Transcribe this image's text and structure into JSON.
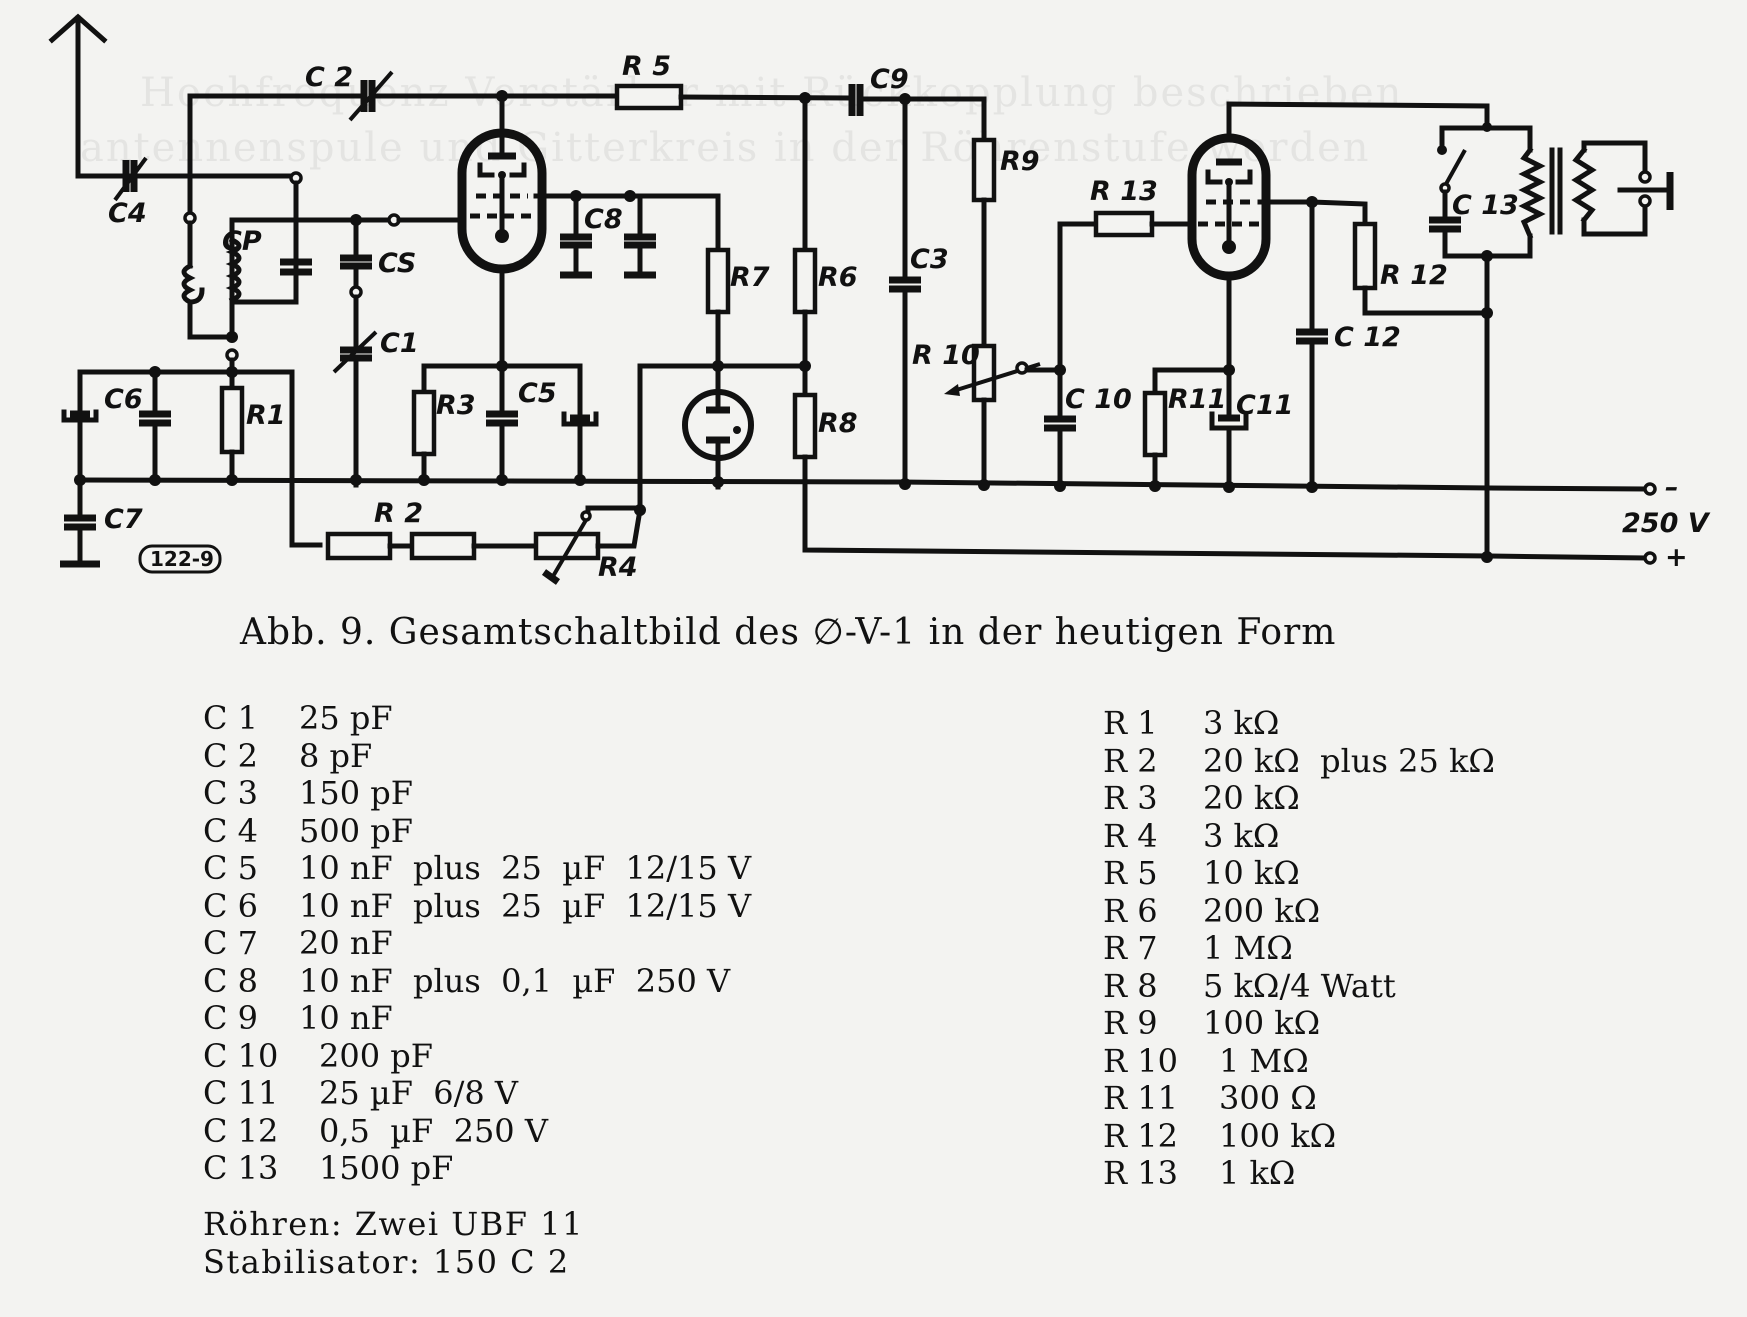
{
  "figure": {
    "caption": "Abb. 9. Gesamtschaltbild des ∅-V-1 in der heutigen Form",
    "stamp": "122-9",
    "supply": {
      "voltage_label": "250 V",
      "minus": "–",
      "plus": "+"
    }
  },
  "schematic_labels": {
    "C1": "C1",
    "C2": "C 2",
    "C3": "C3",
    "C4": "C4",
    "C5_top": "CS",
    "C5": "C5",
    "C6": "C6",
    "C7": "C7",
    "C8": "C8",
    "C9": "C9",
    "C10": "C 10",
    "C11": "C11",
    "C12": "C 12",
    "C13": "C 13",
    "CP": "CP",
    "R1": "R1",
    "R2": "R 2",
    "R3": "R3",
    "R4": "R4",
    "R5": "R 5",
    "R6": "R6",
    "R7": "R7",
    "R8": "R8",
    "R9": "R9",
    "R10": "R 10",
    "R11": "R11",
    "R12": "R 12",
    "R13": "R 13"
  },
  "capacitors": [
    {
      "ref": "C 1",
      "value": "25 pF"
    },
    {
      "ref": "C 2",
      "value": "8 pF"
    },
    {
      "ref": "C 3",
      "value": "150 pF"
    },
    {
      "ref": "C 4",
      "value": "500 pF"
    },
    {
      "ref": "C 5",
      "value": "10 nF  plus  25  µF  12/15 V"
    },
    {
      "ref": "C 6",
      "value": "10 nF  plus  25  µF  12/15 V"
    },
    {
      "ref": "C 7",
      "value": "20 nF"
    },
    {
      "ref": "C 8",
      "value": "10 nF  plus  0,1  µF  250 V"
    },
    {
      "ref": "C 9",
      "value": "10 nF"
    },
    {
      "ref": "C 10",
      "value": "200 pF"
    },
    {
      "ref": "C 11",
      "value": "25 µF  6/8 V"
    },
    {
      "ref": "C 12",
      "value": "0,5  µF  250 V"
    },
    {
      "ref": "C 13",
      "value": "1500 pF"
    }
  ],
  "resistors": [
    {
      "ref": "R 1",
      "value": "3 kΩ"
    },
    {
      "ref": "R 2",
      "value": "20 kΩ  plus 25 kΩ"
    },
    {
      "ref": "R 3",
      "value": "20 kΩ"
    },
    {
      "ref": "R 4",
      "value": "3 kΩ"
    },
    {
      "ref": "R 5",
      "value": "10 kΩ"
    },
    {
      "ref": "R 6",
      "value": "200 kΩ"
    },
    {
      "ref": "R 7",
      "value": "1 MΩ"
    },
    {
      "ref": "R 8",
      "value": "5 kΩ/4 Watt"
    },
    {
      "ref": "R 9",
      "value": "100 kΩ"
    },
    {
      "ref": "R 10",
      "value": "1 MΩ"
    },
    {
      "ref": "R 11",
      "value": "300 Ω"
    },
    {
      "ref": "R 12",
      "value": "100 kΩ"
    },
    {
      "ref": "R 13",
      "value": "1 kΩ"
    }
  ],
  "tubes": {
    "line1": "Röhren: Zwei UBF 11",
    "line2": "Stabilisator: 150 C 2"
  }
}
